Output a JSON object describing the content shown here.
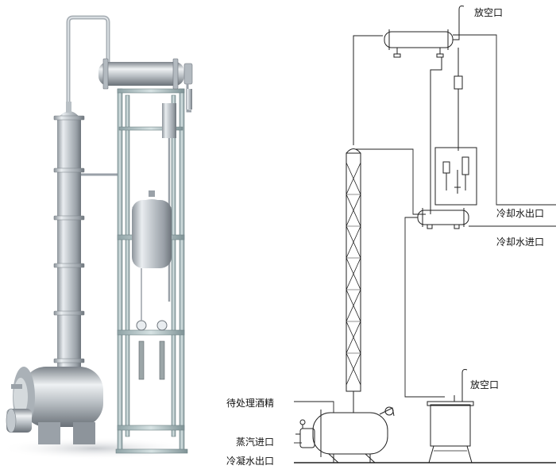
{
  "labels": {
    "vent_top": "放空口",
    "cooling_water_outlet": "冷却水出口",
    "cooling_water_inlet": "冷却水进口",
    "vent_receiver": "放空口",
    "alcohol_feed": "待处理酒精",
    "steam_inlet": "蒸汽进口",
    "condensate_outlet": "冷凝水出口"
  }
}
